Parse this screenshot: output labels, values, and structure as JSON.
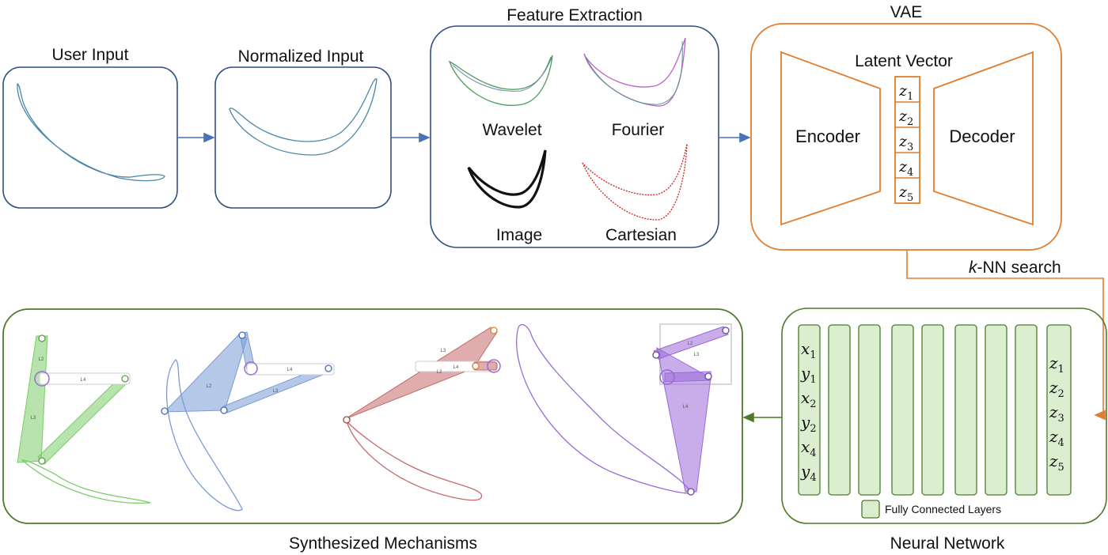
{
  "titles": {
    "user_input": "User Input",
    "normalized_input": "Normalized Input",
    "feature_extraction": "Feature Extraction",
    "vae": "VAE",
    "synthesized": "Synthesized Mechanisms",
    "neural_network": "Neural Network"
  },
  "features": {
    "wavelet": "Wavelet",
    "fourier": "Fourier",
    "image": "Image",
    "cartesian": "Cartesian"
  },
  "vae": {
    "latent_vector": "Latent Vector",
    "encoder": "Encoder",
    "decoder": "Decoder",
    "latent": [
      {
        "v": "z",
        "s": "1"
      },
      {
        "v": "z",
        "s": "2"
      },
      {
        "v": "z",
        "s": "3"
      },
      {
        "v": "z",
        "s": "4"
      },
      {
        "v": "z",
        "s": "5"
      }
    ]
  },
  "knn": {
    "k": "k",
    "rest": "-NN search"
  },
  "nn": {
    "inputs": [
      {
        "v": "x",
        "s": "1"
      },
      {
        "v": "y",
        "s": "1"
      },
      {
        "v": "x",
        "s": "2"
      },
      {
        "v": "y",
        "s": "2"
      },
      {
        "v": "x",
        "s": "4"
      },
      {
        "v": "y",
        "s": "4"
      }
    ],
    "outputs": [
      {
        "v": "z",
        "s": "1"
      },
      {
        "v": "z",
        "s": "2"
      },
      {
        "v": "z",
        "s": "3"
      },
      {
        "v": "z",
        "s": "4"
      },
      {
        "v": "z",
        "s": "5"
      }
    ],
    "legend": "Fully Connected Layers"
  },
  "link_labels": {
    "green": [
      "L2",
      "L3",
      "L4"
    ],
    "blue": [
      "L2",
      "L3",
      "L4"
    ],
    "red": [
      "L2",
      "L3",
      "L4"
    ],
    "purple": [
      "L2",
      "L3",
      "L4"
    ]
  },
  "colors": {
    "blue_box": "#2f4f7f",
    "orange": "#e07d2e",
    "green_dark": "#4f7a2a",
    "green_fill": "#dbeed0",
    "curve_blue": "#4a86a8",
    "wavelet": "#4f9a5a",
    "fourier": "#c060d0",
    "cartesian": "#cc2222",
    "mech_green": "#7ccc6a",
    "mech_blue": "#7a9bd6",
    "mech_red": "#c46a6a",
    "mech_purple": "#9a6ad8"
  }
}
